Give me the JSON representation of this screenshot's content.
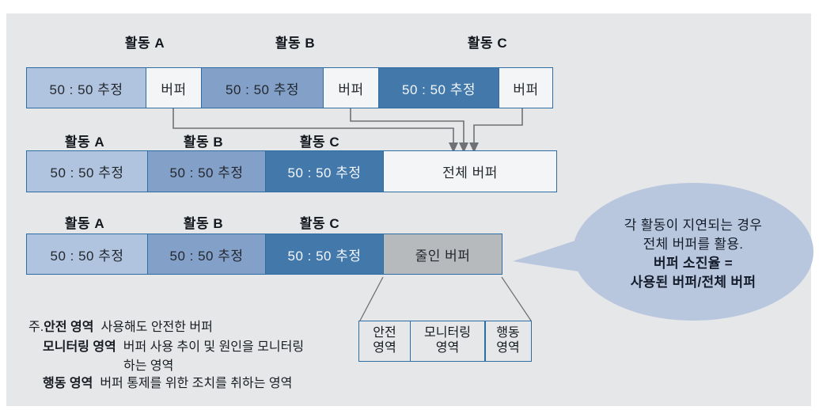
{
  "colors": {
    "panel_bg": "#e6e7e9",
    "light_blue": "#b0c4df",
    "medium_blue": "#83a0c8",
    "dark_blue": "#4278aa",
    "box_white": "#f4f5f6",
    "box_gray": "#b7babd",
    "border_blue": "#2e6da4",
    "bubble_blue": "#b8c7de",
    "connector_gray": "#6e7276"
  },
  "diagram": {
    "row1": {
      "labels": [
        "활동 A",
        "활동 B",
        "활동 C"
      ],
      "segments": [
        "50 : 50 추정",
        "버퍼",
        "50 : 50 추정",
        "버퍼",
        "50 : 50 추정",
        "버퍼"
      ]
    },
    "row2": {
      "labels": [
        "활동 A",
        "활동 B",
        "활동 C"
      ],
      "segments": [
        "50 : 50 추정",
        "50 : 50 추정",
        "50 : 50 추정",
        "전체 버퍼"
      ]
    },
    "row3": {
      "labels": [
        "활동 A",
        "활동 B",
        "활동 C"
      ],
      "segments": [
        "50 : 50 추정",
        "50 : 50 추정",
        "50 : 50 추정",
        "줄인 버퍼"
      ]
    },
    "zoom_box": {
      "cells": [
        {
          "line1": "안전",
          "line2": "영역"
        },
        {
          "line1": "모니터링",
          "line2": "영역"
        },
        {
          "line1": "행동",
          "line2": "영역"
        }
      ]
    },
    "bubble": {
      "lines": [
        "각 활동이 지연되는 경우",
        "전체 버퍼를 활용.",
        "버퍼 소진율 =",
        "사용된 버퍼/전체 버퍼"
      ]
    },
    "notes": {
      "prefix": "주.",
      "line1_term": "안전 영역",
      "line1_desc": "사용해도 안전한 버퍼",
      "line2_term": "모니터링 영역",
      "line2_desc": "버퍼 사용 추이 및 원인을 모니터링",
      "line3_cont": "하는 영역",
      "line4_term": "행동 영역",
      "line4_desc": "버퍼 통제를 위한 조치를 취하는 영역"
    }
  }
}
